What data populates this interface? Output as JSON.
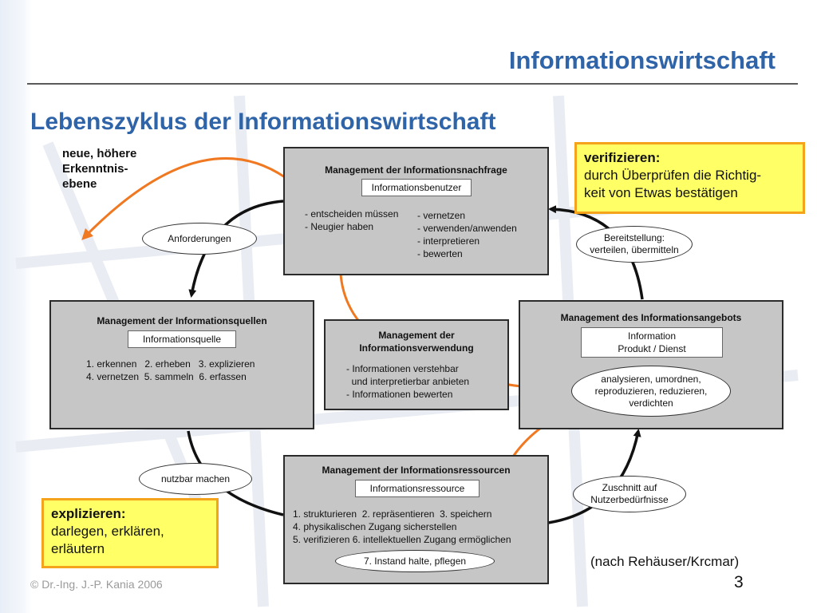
{
  "header": {
    "title": "Informationswirtschaft"
  },
  "slide": {
    "title": "Lebenszyklus der Informationswirtschaft"
  },
  "side_label": "neue, höhere\nErkenntnis-\nebene",
  "boxes": {
    "nachfrage": {
      "title": "Management der Informationsnachfrage",
      "tag": "Informationsbenutzer",
      "left_text": "- entscheiden müssen\n- Neugier haben",
      "right_text": "- vernetzen\n- verwenden/anwenden\n- interpretieren\n- bewerten"
    },
    "quellen": {
      "title": "Management der Informationsquellen",
      "tag": "Informationsquelle",
      "text": "1. erkennen   2. erheben   3. explizieren\n4. vernetzen  5. sammeln  6. erfassen"
    },
    "verwendung": {
      "title": "Management der\nInformationsverwendung",
      "text": "- Informationen verstehbar\n  und interpretierbar anbieten\n- Informationen bewerten"
    },
    "angebot": {
      "title": "Management des Informationsangebots",
      "tag": "Information\nProdukt / Dienst"
    },
    "ressourcen": {
      "title": "Management der Informationsressourcen",
      "tag": "Informationsressource",
      "text": "1. strukturieren  2. repräsentieren  3. speichern\n4. physikalischen Zugang sicherstellen\n5. verifizieren 6. intellektuellen Zugang ermöglichen"
    }
  },
  "ellipses": {
    "anforderungen": "Anforderungen",
    "bereitstellung": "Bereitstellung:\nverteilen, übermitteln",
    "analysieren": "analysieren, umordnen,\nreproduzieren, reduzieren,\nverdichten",
    "nutzbar": "nutzbar machen",
    "zuschnitt": "Zuschnitt auf\nNutzerbedürfnisse",
    "instand": "7. Instand halte, pflegen"
  },
  "callouts": {
    "verifizieren": {
      "term": "verifizieren:",
      "text": "durch Überprüfen die Richtig-\nkeit von Etwas bestätigen"
    },
    "explizieren": {
      "term": "explizieren:",
      "text": "darlegen, erklären,\nerläutern"
    }
  },
  "source": "(nach Rehäuser/Krcmar)",
  "footer": "©  Dr.-Ing. J.-P. Kania 2006",
  "page_number": "3",
  "colors": {
    "accent": "#2f64a8",
    "arrow_orange": "#f07820",
    "callout_fill": "#ffff66",
    "callout_border": "#f4a31a",
    "box_fill": "#c6c6c6"
  }
}
